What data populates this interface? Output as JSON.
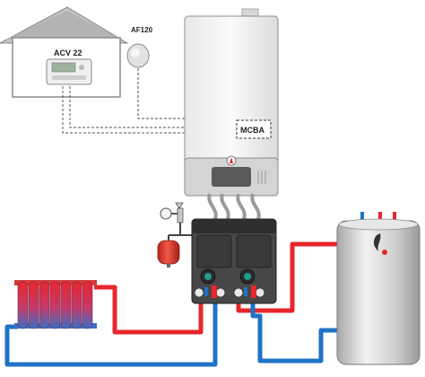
{
  "labels": {
    "thermostat": "ACV 22",
    "outdoor_sensor": "AF120",
    "controller": "MCBA"
  },
  "colors": {
    "hot_pipe": "#e8262c",
    "cold_pipe": "#1f73c6",
    "house_outline": "#8a8a8a",
    "roof": "#b9b9b9",
    "boiler_body": "#f6f6f6",
    "tank_body": "#d7d7d7",
    "expansion_vessel": "#e53a2c",
    "hydraulic_block": "#3a3a3a",
    "dashed_wire": "#555555"
  },
  "icons": [
    "house-icon",
    "thermostat-icon",
    "outdoor-sensor-icon",
    "boiler-icon",
    "hot-water-tank-icon",
    "radiator-icon",
    "expansion-vessel-icon",
    "safety-valve-icon",
    "pump-icon"
  ]
}
